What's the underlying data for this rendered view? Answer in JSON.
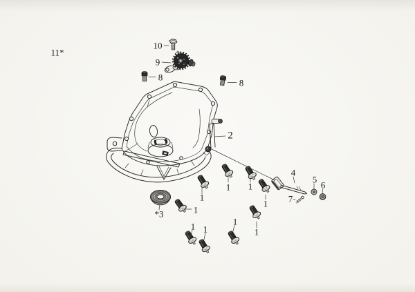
{
  "figure": {
    "background_color": "#f5f4ef",
    "ink_color": "#2e2e2e",
    "dark_fill_color": "#2b2b2b",
    "metal_fill_color": "#c9c8c3",
    "callouts": {
      "flange_bolt": "1",
      "cover": "2",
      "oil_seal": "*3",
      "rod": "4",
      "washer": "5",
      "nut": "6",
      "cotter_pin": "7",
      "plug_bolt": "8",
      "governor_assembly": "9",
      "hex_bolt": "10",
      "reference": "11*"
    }
  }
}
